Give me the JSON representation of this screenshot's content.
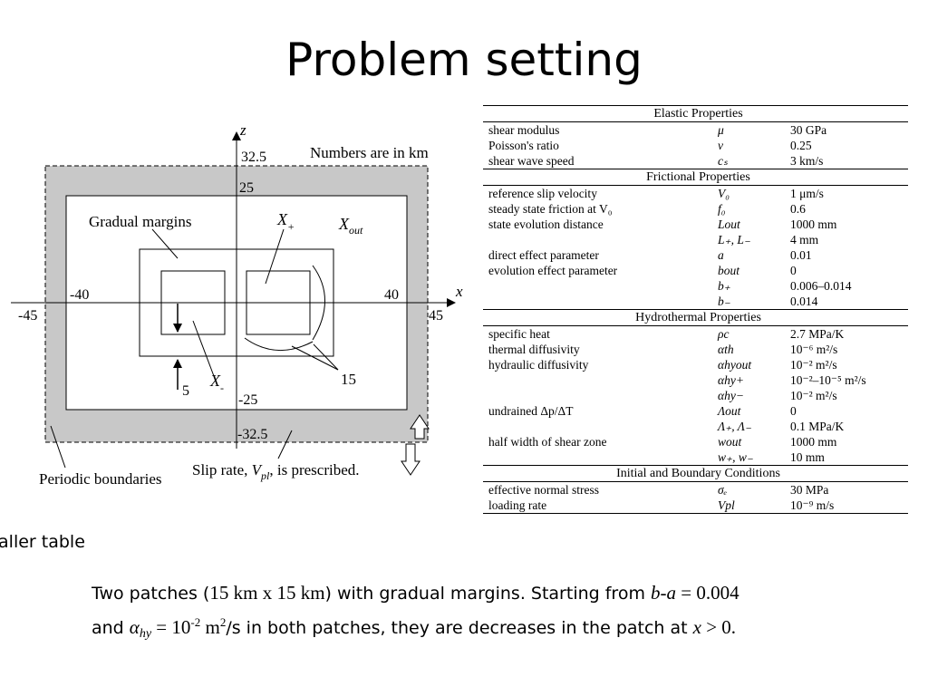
{
  "slide": {
    "title": "Problem setting",
    "stray_text": "naller table"
  },
  "diagram": {
    "axis_z": "z",
    "axis_x": "x",
    "top_outer": "32.5",
    "top_inner": "25",
    "bottom_inner": "-25",
    "bottom_outer": "-32.5",
    "left_inner": "-40",
    "left_outer": "-45",
    "right_inner": "40",
    "right_outer": "45",
    "units_note": "Numbers are in km",
    "gradual_margins": "Gradual margins",
    "x_plus": "X",
    "x_plus_sub": "+",
    "x_minus": "X",
    "x_minus_sub": "-",
    "x_out": "X",
    "x_out_sub": "out",
    "dim_5": "5",
    "dim_15": "15",
    "periodic": "Periodic boundaries",
    "slip_pre": "Slip rate, ",
    "slip_v": "V",
    "slip_sub": "pl",
    "slip_post": ", is prescribed."
  },
  "table": {
    "sections": [
      {
        "title": "Elastic Properties",
        "rows": [
          {
            "name": "shear modulus",
            "symbol": "μ",
            "value": "30 GPa"
          },
          {
            "name": "Poisson's ratio",
            "symbol": "ν",
            "value": "0.25"
          },
          {
            "name": "shear wave speed",
            "symbol": "cₛ",
            "value": "3 km/s"
          }
        ]
      },
      {
        "title": "Frictional Properties",
        "rows": [
          {
            "name": "reference slip velocity",
            "symbol": "V₀",
            "value": "1 μm/s"
          },
          {
            "name": "steady state friction at V₀",
            "symbol": "f₀",
            "value": "0.6"
          },
          {
            "name": "state evolution distance",
            "symbol": "Lout",
            "value": "1000 mm"
          },
          {
            "name": "",
            "symbol": "L₊, L₋",
            "value": "4 mm"
          },
          {
            "name": "direct effect parameter",
            "symbol": "a",
            "value": "0.01"
          },
          {
            "name": "evolution effect parameter",
            "symbol": "bout",
            "value": "0"
          },
          {
            "name": "",
            "symbol": "b₊",
            "value": "0.006–0.014"
          },
          {
            "name": "",
            "symbol": "b₋",
            "value": "0.014"
          }
        ]
      },
      {
        "title": "Hydrothermal Properties",
        "rows": [
          {
            "name": "specific heat",
            "symbol": "ρc",
            "value": "2.7 MPa/K"
          },
          {
            "name": "thermal diffusivity",
            "symbol": "αth",
            "value": "10⁻⁶ m²/s"
          },
          {
            "name": "hydraulic diffusivity",
            "symbol": "αhyout",
            "value": "10⁻² m²/s"
          },
          {
            "name": "",
            "symbol": "αhy+",
            "value": "10⁻²–10⁻⁵ m²/s"
          },
          {
            "name": "",
            "symbol": "αhy−",
            "value": "10⁻² m²/s"
          },
          {
            "name": "undrained Δp/ΔT",
            "symbol": "Λout",
            "value": "0"
          },
          {
            "name": "",
            "symbol": "Λ₊, Λ₋",
            "value": "0.1 MPa/K"
          },
          {
            "name": "half width of shear zone",
            "symbol": "wout",
            "value": "1000 mm"
          },
          {
            "name": "",
            "symbol": "w₊, w₋",
            "value": "10 mm"
          }
        ]
      },
      {
        "title": "Initial and Boundary Conditions",
        "rows": [
          {
            "name": "effective normal stress",
            "symbol": "σₑ",
            "value": "30 MPa"
          },
          {
            "name": "loading rate",
            "symbol": "Vpl",
            "value": "10⁻⁹ m/s"
          }
        ]
      }
    ]
  },
  "caption": {
    "line1_a": "Two patches (",
    "line1_b": "15 km x 15 km",
    "line1_c": ") with  gradual margins. Starting from ",
    "line1_d": "b-a",
    "line1_e": " = 0.004",
    "line2_a": "and ",
    "line2_alpha": "α",
    "line2_sub": "hy",
    "line2_b": " = 10",
    "line2_sup": "-2",
    "line2_c": " m",
    "line2_sup2": "2",
    "line2_d": "/s in both patches, they are decreases in the patch at ",
    "line2_x": "x",
    "line2_e": " > 0."
  }
}
